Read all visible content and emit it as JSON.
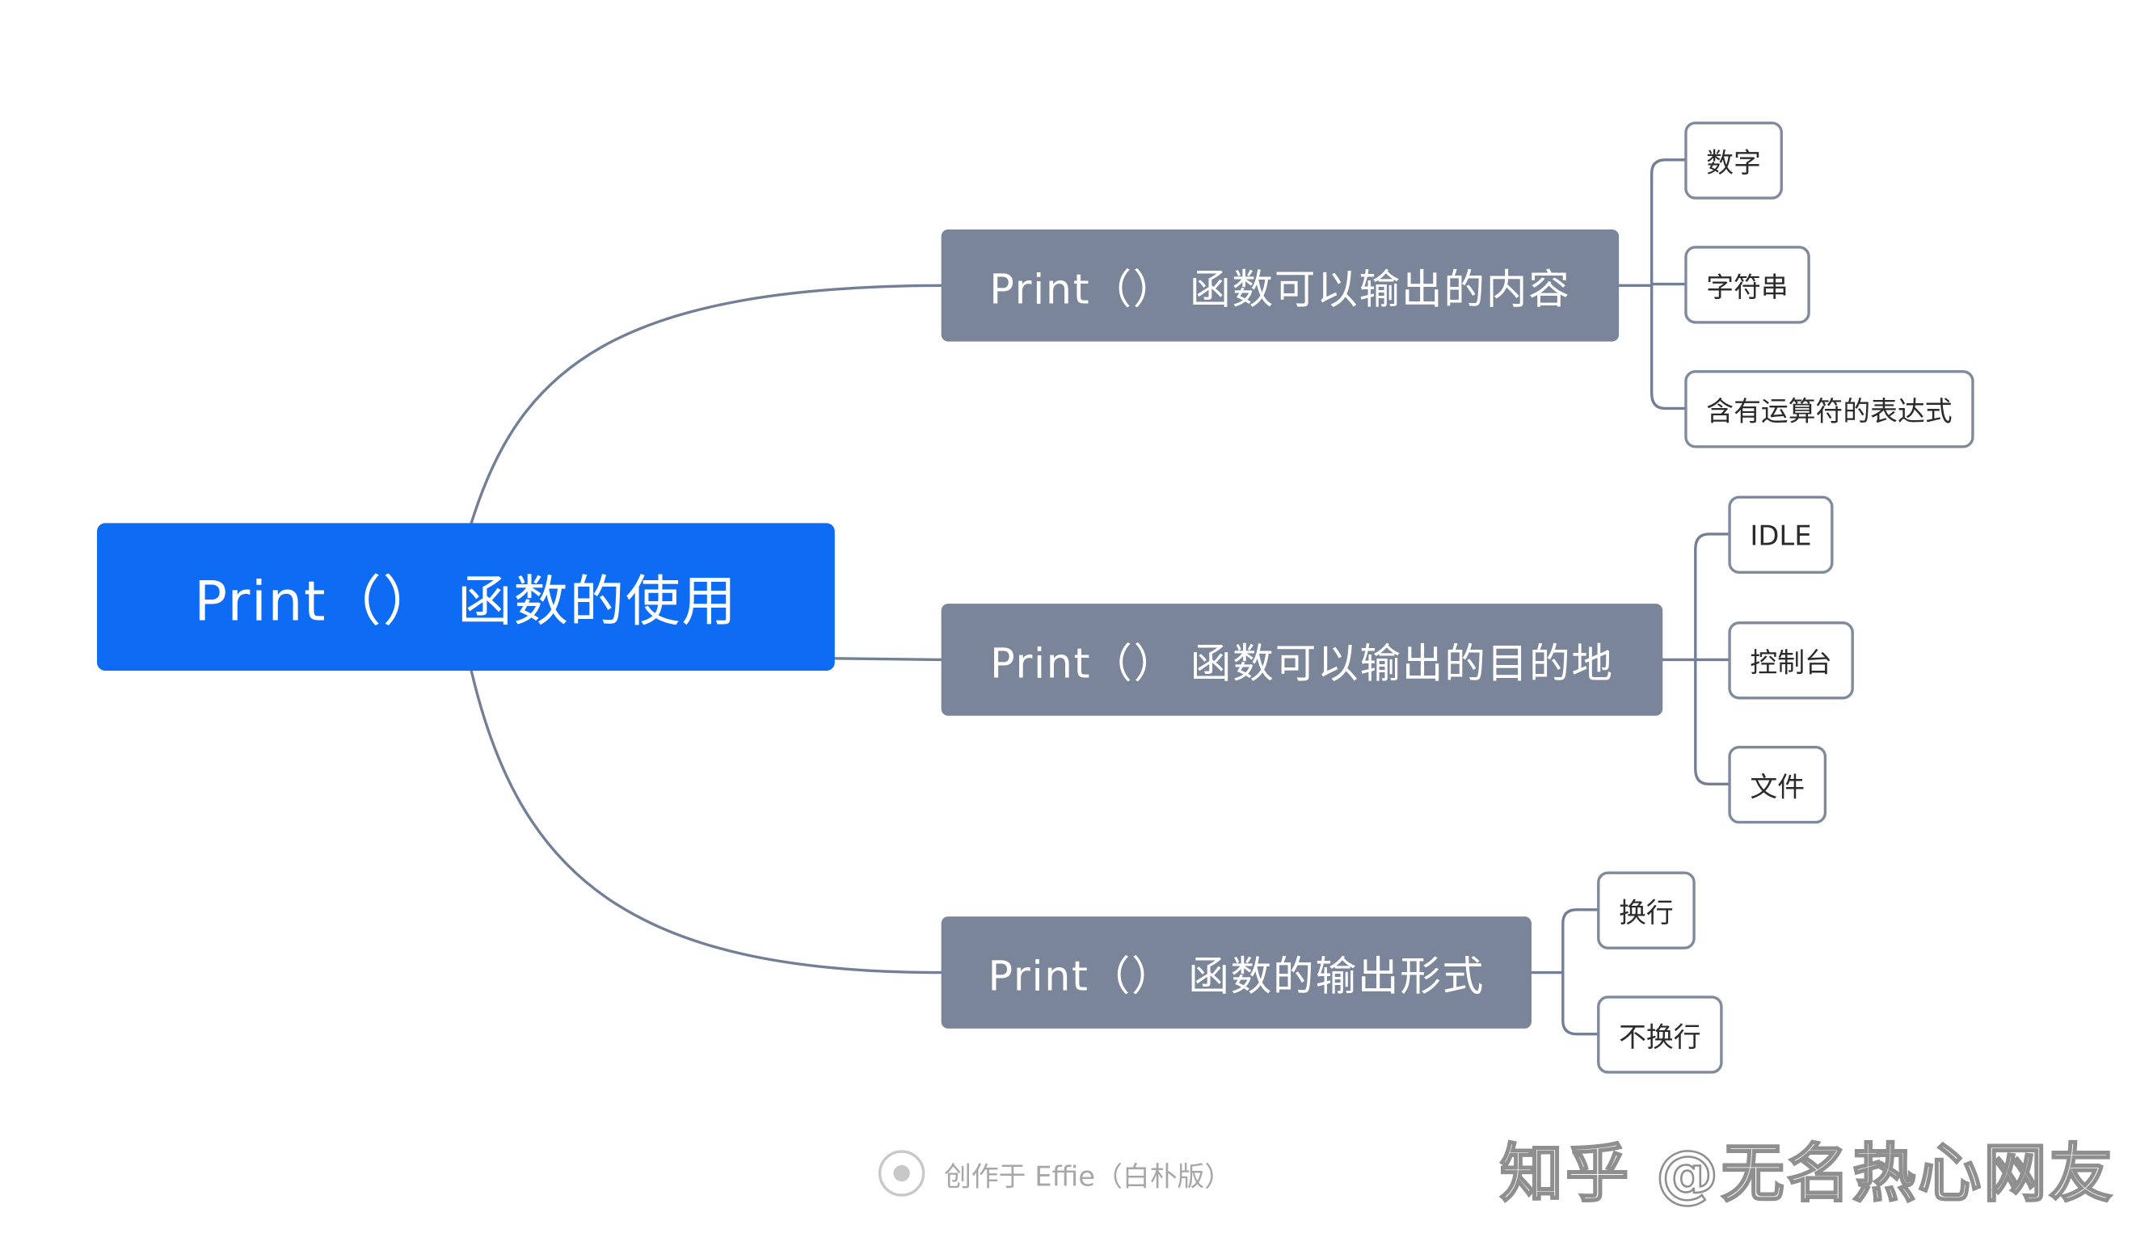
{
  "mindmap": {
    "root": "Print（） 函数的使用",
    "branches": [
      {
        "label": "Print（） 函数可以输出的内容",
        "children": [
          "数字",
          "字符串",
          "含有运算符的表达式"
        ]
      },
      {
        "label": "Print（） 函数可以输出的目的地",
        "children": [
          "IDLE",
          "控制台",
          "文件"
        ]
      },
      {
        "label": "Print（） 函数的输出形式",
        "children": [
          "换行",
          "不换行"
        ]
      }
    ]
  },
  "footer": {
    "created_with": "创作于 Effie（白朴版）"
  },
  "watermark": {
    "text": "知乎 @无名热心网友"
  },
  "colors": {
    "root_fill": "#0d6bf4",
    "branch_fill": "#7a8599",
    "line": "#737f96",
    "leaf_border": "#7f8a9c"
  }
}
